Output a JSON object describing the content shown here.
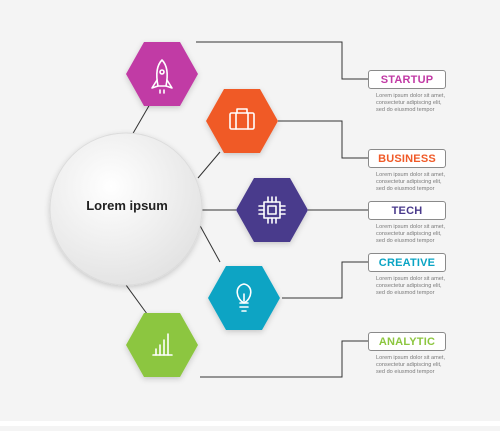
{
  "center": {
    "title": "Lorem ipsum"
  },
  "items": [
    {
      "label": "STARTUP",
      "color": "#c13aa5",
      "icon": "rocket-icon",
      "description": [
        "Lorem ipsum dolor sit amet,",
        "consectetur adipiscing elit,",
        "sed do eiusmod tempor"
      ]
    },
    {
      "label": "BUSINESS",
      "color": "#f05a28",
      "icon": "briefcase-icon",
      "description": [
        "Lorem ipsum dolor sit amet,",
        "consectetur adipiscing elit,",
        "sed do eiusmod tempor"
      ]
    },
    {
      "label": "TECH",
      "color": "#4a3a8c",
      "icon": "chip-icon",
      "description": [
        "Lorem ipsum dolor sit amet,",
        "consectetur adipiscing elit,",
        "sed do eiusmod tempor"
      ]
    },
    {
      "label": "CREATIVE",
      "color": "#0aa4c4",
      "icon": "lightbulb-icon",
      "description": [
        "Lorem ipsum dolor sit amet,",
        "consectetur adipiscing elit,",
        "sed do eiusmod tempor"
      ]
    },
    {
      "label": "ANALYTIC",
      "color": "#8cc63f",
      "icon": "bar-chart-icon",
      "description": [
        "Lorem ipsum dolor sit amet,",
        "consectetur adipiscing elit,",
        "sed do eiusmod tempor"
      ]
    }
  ]
}
